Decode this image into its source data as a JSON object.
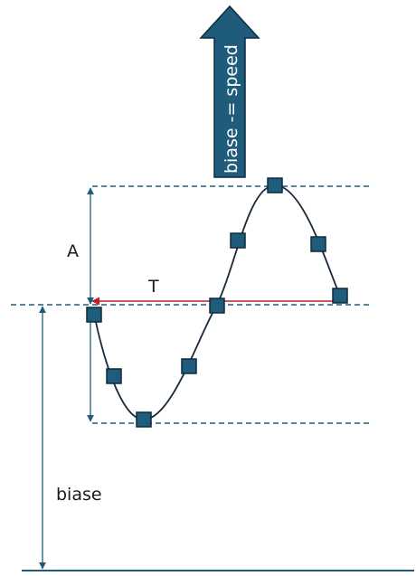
{
  "labels": {
    "amplitude": "A",
    "period": "T",
    "bias": "biase",
    "arrow": "biase -= speed"
  },
  "colors": {
    "line": "#1f5b7a",
    "marker_fill": "#1f5b7a",
    "marker_stroke": "#0d2b3e",
    "period_arrow": "#c0201e",
    "curve": "#1a2a3a",
    "arrow_fill": "#1f5b7a",
    "arrow_stroke": "#0d2b3e"
  }
}
